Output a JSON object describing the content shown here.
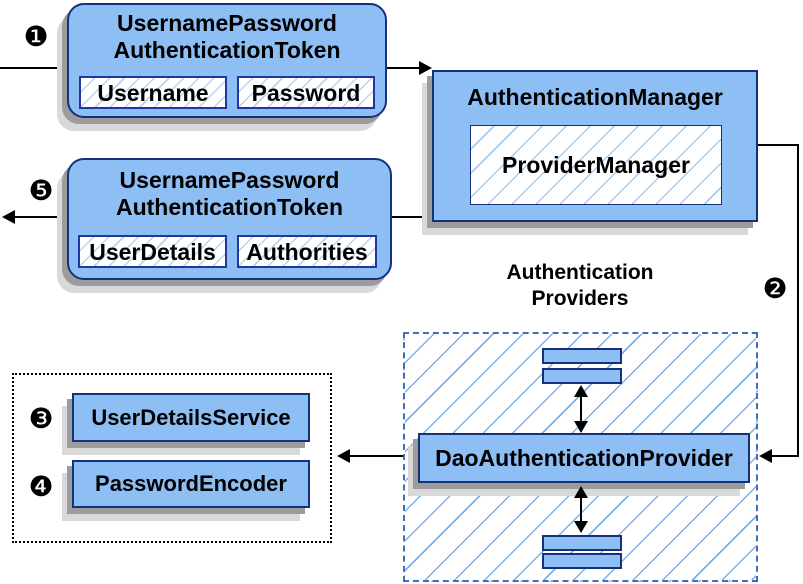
{
  "colors": {
    "node_fill": "#8dbef4",
    "node_border": "#16317c",
    "field_border": "#2136a0",
    "hatch_line": "#a8cbf0",
    "container_border": "#3f6fb5",
    "shadow": "#9c9c9c",
    "connector": "#000000"
  },
  "steps": {
    "s1": "❶",
    "s2": "❷",
    "s3": "❸",
    "s4": "❹",
    "s5": "❺"
  },
  "token_request": {
    "title1": "UsernamePassword",
    "title2": "AuthenticationToken",
    "field1": "Username",
    "field2": "Password"
  },
  "auth_manager": {
    "title": "AuthenticationManager",
    "inner": "ProviderManager"
  },
  "token_result": {
    "title1": "UsernamePassword",
    "title2": "AuthenticationToken",
    "field1": "UserDetails",
    "field2": "Authorities"
  },
  "providers": {
    "heading1": "Authentication",
    "heading2": "Providers",
    "provider": "DaoAuthenticationProvider"
  },
  "services": {
    "item1": "UserDetailsService",
    "item2": "PasswordEncoder"
  }
}
